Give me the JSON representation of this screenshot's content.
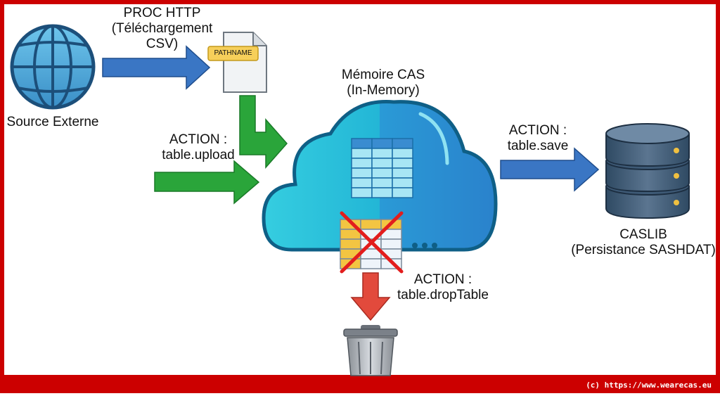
{
  "source": {
    "label": "Source Externe"
  },
  "proc": {
    "line1": "PROC HTTP",
    "line2": "(Téléchargement",
    "line3": "CSV)"
  },
  "file": {
    "tag": "PATHNAME"
  },
  "upload": {
    "line1": "ACTION :",
    "line2": "table.upload"
  },
  "cas": {
    "line1": "Mémoire CAS",
    "line2": "(In-Memory)"
  },
  "save": {
    "line1": "ACTION :",
    "line2": "table.save"
  },
  "caslib": {
    "line1": "CASLIB",
    "line2": "(Persistance SASHDAT)"
  },
  "drop": {
    "line1": "ACTION :",
    "line2": "table.dropTable"
  },
  "footer": {
    "text": "(c) https://www.wearecas.eu"
  },
  "colors": {
    "border": "#cc0000",
    "blue_arrow": "#3a76c4",
    "green_arrow": "#2aa53a",
    "red_arrow": "#e24a3c",
    "cloud_light": "#2ec4d8",
    "cloud_dark": "#2a8fd0"
  },
  "icons": [
    "globe-icon",
    "file-icon",
    "cloud-icon",
    "database-icon",
    "trash-icon",
    "cross-icon"
  ]
}
